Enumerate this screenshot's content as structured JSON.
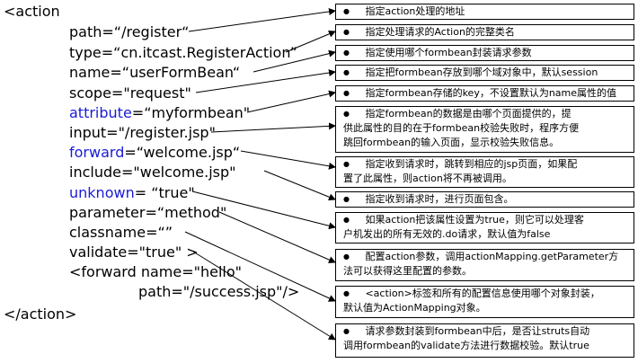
{
  "code": {
    "open": "<action",
    "lines": [
      {
        "text": "path=“/register“"
      },
      {
        "text": "type=“cn.itcast.RegisterAction”"
      },
      {
        "text": "name=“userFormBean“"
      },
      {
        "text": "scope=\"request\""
      },
      {
        "text": "attribute=“myformbean\""
      },
      {
        "text": "input=\"/register.jsp\""
      },
      {
        "text": "forward=“welcome.jsp“"
      },
      {
        "text": "include=\"welcome.jsp\""
      },
      {
        "text": "unknown= “true\""
      },
      {
        "text": "parameter=“method\""
      },
      {
        "text": "classname=“”"
      },
      {
        "text": "validate=\"true\" >"
      },
      {
        "text": "<forward name=\"hello\""
      },
      {
        "text": "path=\"/success.jsp\"/>"
      }
    ],
    "close": "</action>"
  },
  "notes": [
    {
      "bullet": "●",
      "text": "指定action处理的地址"
    },
    {
      "bullet": "●",
      "text": "指定处理请求的Action的完整类名"
    },
    {
      "bullet": "●",
      "text": "指定使用哪个formbean封装请求参数"
    },
    {
      "bullet": "●",
      "text": "指定把formbean存放到哪个域对象中，默认session"
    },
    {
      "bullet": "●",
      "text": "指定formbean存储的key，不设置默认为name属性的值"
    },
    {
      "bullet": "●",
      "text": "指定formbean的数据是由哪个页面提供的，提",
      "line2": "供此属性的目的在于formbean校验失败时，程序方便",
      "line3": "跳回formbean的输入页面，显示校验失败信息。"
    },
    {
      "bullet": "●",
      "text": "指定收到请求时，跳转到相应的jsp页面，如果配",
      "line2": "置了此属性，则action将不再被调用。"
    },
    {
      "bullet": "●",
      "text": "指定收到请求时，进行页面包含。"
    },
    {
      "bullet": "●",
      "text": "如果action把该属性设置为true，则它可以处理客",
      "line2": "户机发出的所有无效的.do请求，默认值为false"
    },
    {
      "bullet": "●",
      "text": "配置action参数，调用actionMapping.getParameter方",
      "line2": "法可以获得这里配置的参数。"
    },
    {
      "bullet": "●",
      "text": "<action>标签和所有的配置信息使用哪个对象封装，",
      "line2": "默认值为ActionMapping对象。"
    },
    {
      "bullet": "●",
      "text": "请求参数封装到formbean中后，是否让struts自动",
      "line2": "调用formbean的validate方法进行数据校验。默认true"
    }
  ]
}
